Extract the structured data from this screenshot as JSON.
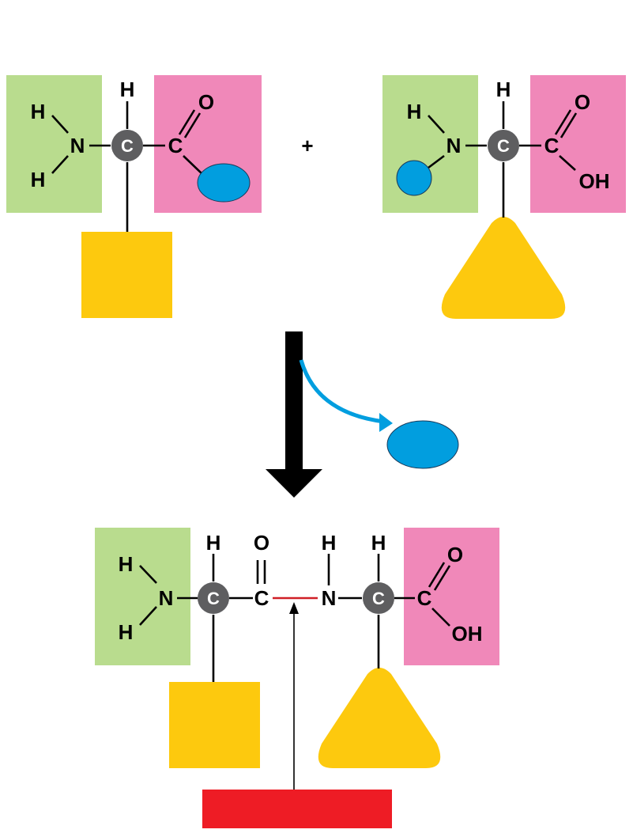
{
  "colors": {
    "amino_group": "#b9dc8e",
    "carboxyl_group": "#f088b9",
    "side_chain": "#fdc90e",
    "leaving_group": "#019edf",
    "alpha_carbon": "#5e5e60",
    "peptide_bond": "#d01f26",
    "label_box": "#ee1c25",
    "arrow": "#000000"
  },
  "atoms": {
    "H": "H",
    "N": "N",
    "C": "C",
    "O": "O",
    "OH": "OH"
  },
  "reaction": {
    "plus": "+"
  },
  "icons": {
    "amino_group_box": "green-box",
    "carboxyl_group_box": "pink-box",
    "side_chain_square": "yellow-square",
    "side_chain_triangle": "yellow-triangle",
    "leaving_group": "blue-oval",
    "reaction_arrow": "down-arrow",
    "peptide_bond_label": "red-box"
  }
}
